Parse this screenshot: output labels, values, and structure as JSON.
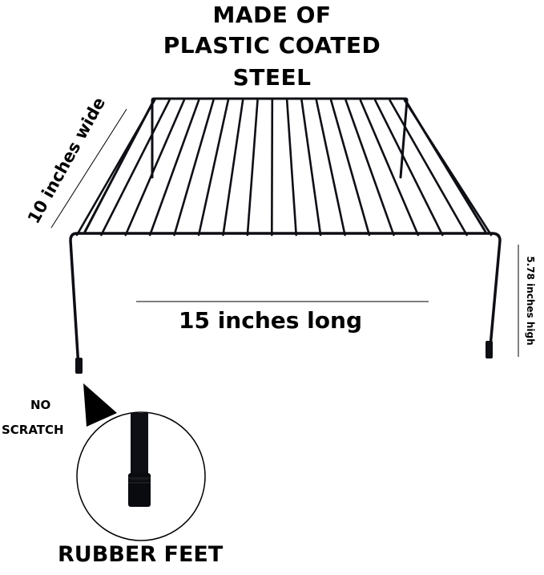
{
  "title": {
    "line1": "MADE OF",
    "line2": "PLASTIC COATED",
    "line3": "STEEL"
  },
  "dimensions": {
    "width": "10 inches wide",
    "length": "15 inches long",
    "height": "5.78 inches high"
  },
  "callout": {
    "line1": "NO",
    "line2": "SCRATCH"
  },
  "caption": "RUBBER FEET",
  "colors": {
    "wire": "#0d0f14",
    "background": "#ffffff"
  }
}
